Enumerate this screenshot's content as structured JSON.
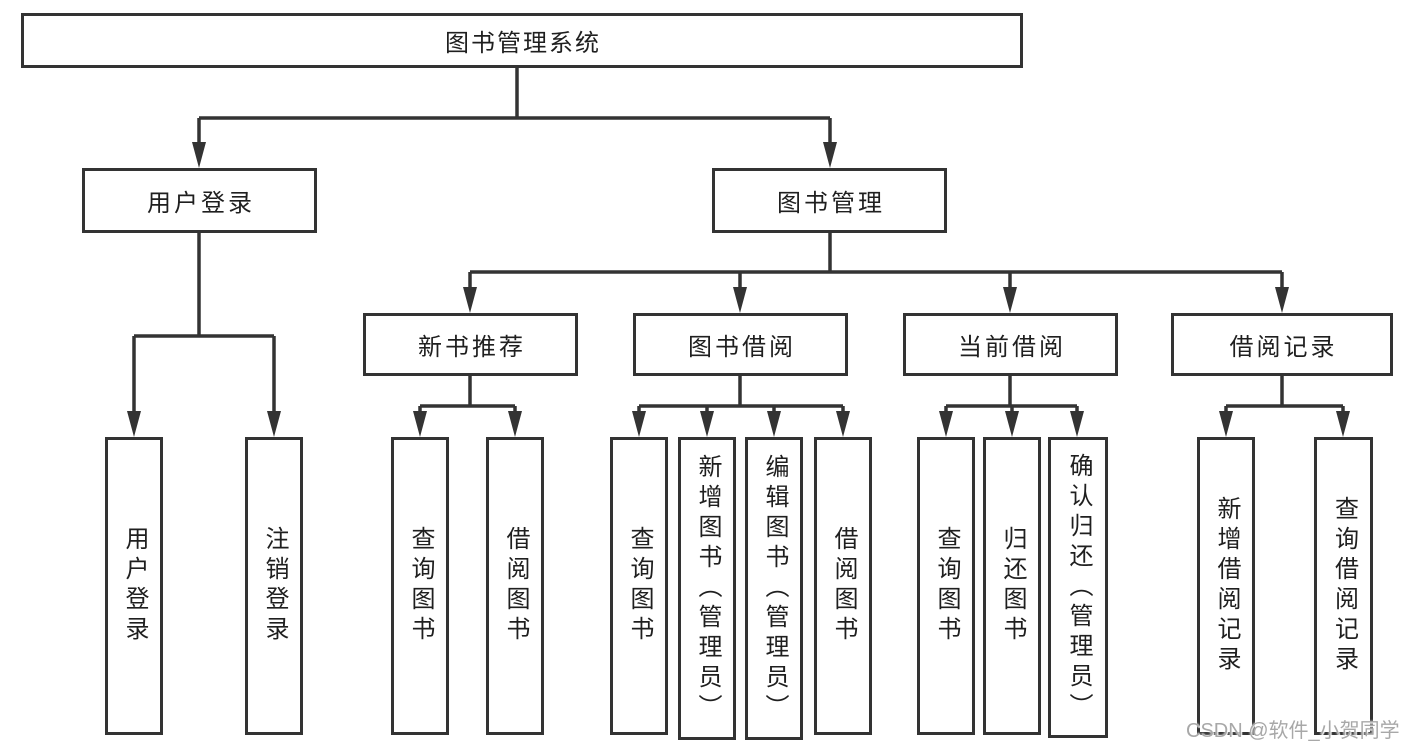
{
  "colors": {
    "background": "#ffffff",
    "line": "#333333",
    "box_border": "#333333",
    "text": "#1f1f1f",
    "watermark": "#a8a8a8"
  },
  "tree": {
    "root": {
      "label": "图书管理系统"
    },
    "level2": [
      {
        "label": "用户登录",
        "children": [
          {
            "label": "用户登录"
          },
          {
            "label": "注销登录"
          }
        ]
      },
      {
        "label": "图书管理",
        "sections": [
          {
            "label": "新书推荐",
            "children": [
              {
                "label": "查询图书"
              },
              {
                "label": "借阅图书"
              }
            ]
          },
          {
            "label": "图书借阅",
            "children": [
              {
                "label": "查询图书"
              },
              {
                "label": "新增图书（管理员）"
              },
              {
                "label": "编辑图书（管理员）"
              },
              {
                "label": "借阅图书"
              }
            ]
          },
          {
            "label": "当前借阅",
            "children": [
              {
                "label": "查询图书"
              },
              {
                "label": "归还图书"
              },
              {
                "label": "确认归还（管理员）"
              }
            ]
          },
          {
            "label": "借阅记录",
            "children": [
              {
                "label": "新增借阅记录"
              },
              {
                "label": "查询借阅记录"
              }
            ]
          }
        ]
      }
    ]
  },
  "watermark": {
    "text": "CSDN @软件_小贺同学"
  }
}
